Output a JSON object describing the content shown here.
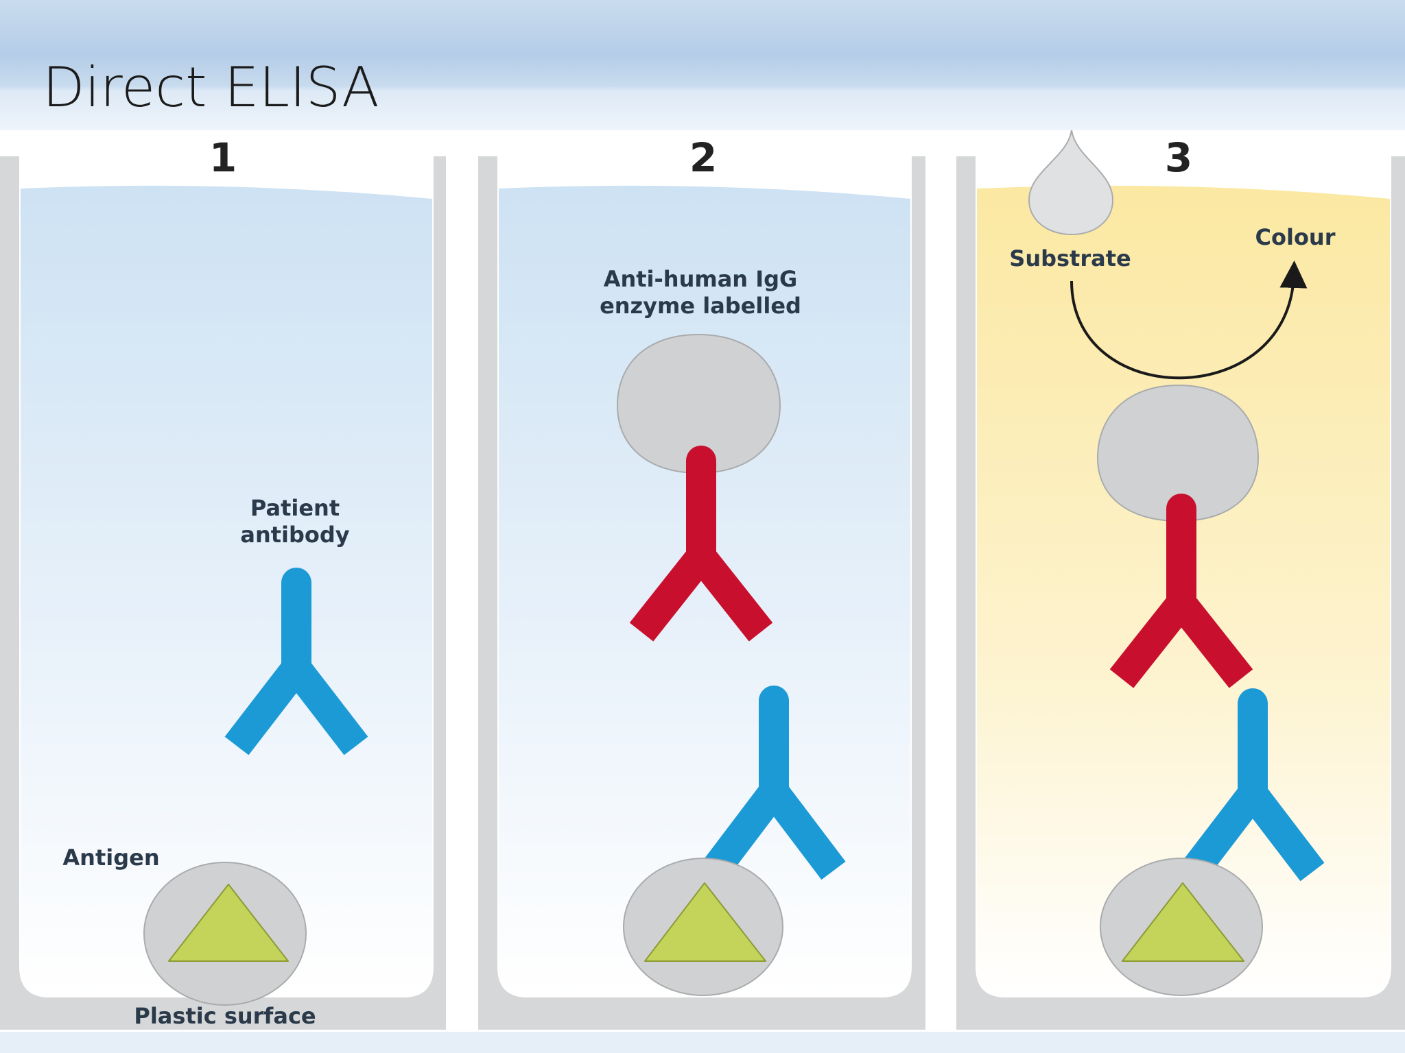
{
  "slide": {
    "title": "Direct ELISA"
  },
  "panels": [
    {
      "number": "1",
      "labels": {
        "antibody_line1": "Patient",
        "antibody_line2": "antibody",
        "antigen": "Antigen",
        "surface": "Plastic surface"
      }
    },
    {
      "number": "2",
      "labels": {
        "enzyme_line1": "Anti-human IgG",
        "enzyme_line2": "enzyme labelled"
      }
    },
    {
      "number": "3",
      "labels": {
        "substrate": "Substrate",
        "colour": "Colour"
      }
    }
  ],
  "colors": {
    "patient_antibody": "#1b9ad6",
    "enzyme_antibody": "#c8102e",
    "antigen": "#c4d45a",
    "enzyme_and_blob": "#cfd1d3",
    "solution_blue": "#cfe3f4",
    "solution_yellow": "#fbe9a6"
  }
}
